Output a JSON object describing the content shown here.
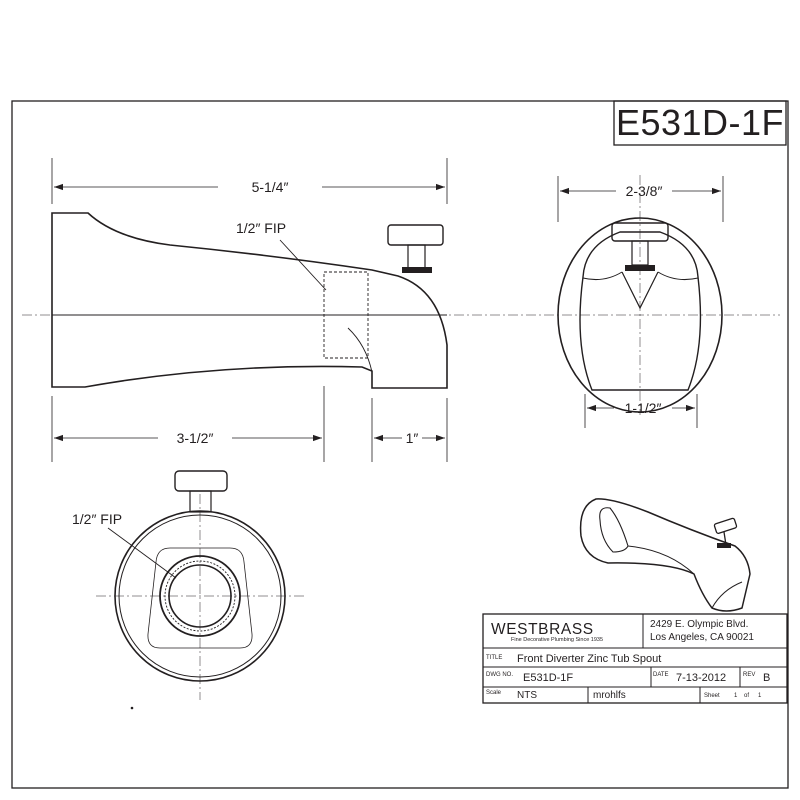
{
  "drawing_number": "E531D-1F",
  "dimensions": {
    "overall_length": "5-1/4″",
    "length_to_wall": "3-1/2″",
    "outlet_offset": "1″",
    "width": "2-3/8″",
    "outlet_width": "1-1/2″",
    "connection_side": "1/2″ FIP",
    "connection_rear": "1/2″ FIP"
  },
  "title_block": {
    "company": "WESTBRASS",
    "tagline": "Fine Decorative Plumbing Since 1935",
    "address_line1": "2429 E. Olympic Blvd.",
    "address_line2": "Los Angeles, CA 90021",
    "title_label": "TITLE",
    "title": "Front Diverter Zinc Tub Spout",
    "dwg_no_label": "DWG NO.",
    "dwg_no": "E531D-1F",
    "date_label": "DATE",
    "date": "7-13-2012",
    "rev_label": "REV",
    "rev": "B",
    "scale_label": "Scale",
    "scale": "NTS",
    "drawn_by": "mrohlfs",
    "sheet_label": "Sheet",
    "sheet_num": "1",
    "sheet_of": "of",
    "sheet_total": "1"
  }
}
